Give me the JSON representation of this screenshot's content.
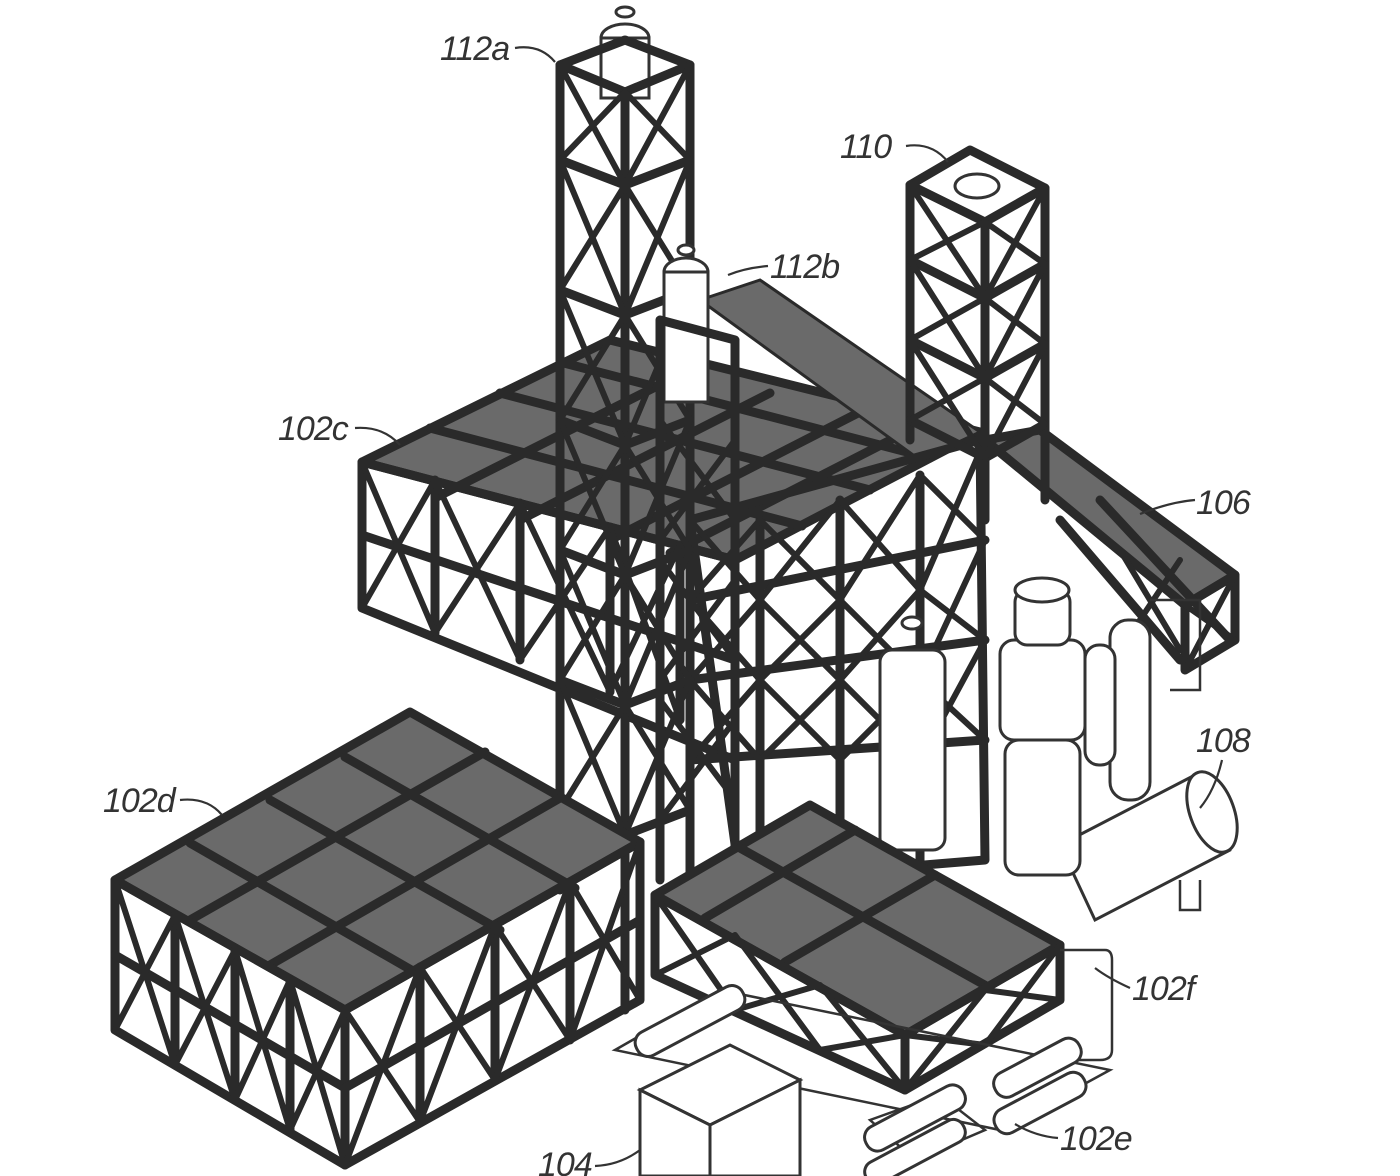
{
  "figure": {
    "labels": {
      "l112a": "112a",
      "l112b": "112b",
      "l110": "110",
      "l102c": "102c",
      "l106": "106",
      "l108": "108",
      "l102d": "102d",
      "l102f": "102f",
      "l102e": "102e",
      "l104": "104"
    }
  }
}
